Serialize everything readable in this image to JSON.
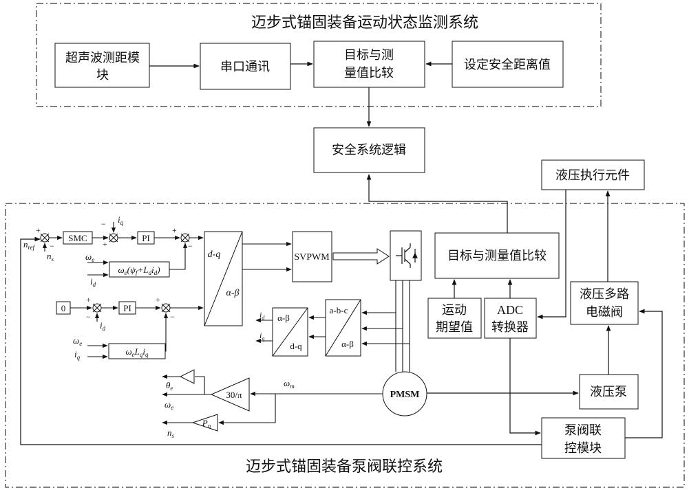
{
  "monitor": {
    "title": "迈步式锚固装备运动状态监测系统",
    "ultrasonic_1": "超声波测距模",
    "ultrasonic_2": "块",
    "serial": "串口通讯",
    "compare_1": "目标与测",
    "compare_2": "量值比较",
    "set_distance": "设定安全距离值"
  },
  "safety_logic": "安全系统逻辑",
  "hydraulic_actuator": "液压执行元件",
  "pump_valve": {
    "title": "迈步式锚固装备泵阀联控系统",
    "compare_box": "目标与测量值比较",
    "motion_1": "运动",
    "motion_2": "期望值",
    "adc_1": "ADC",
    "adc_2": "转换器",
    "valve_1": "液压多路",
    "valve_2": "电磁阀",
    "pump": "液压泵",
    "coctrl_1": "泵阀联",
    "coctrl_2": "控模块"
  },
  "control": {
    "smc": "SMC",
    "pi_1": "PI",
    "pi_2": "PI",
    "zero": "0",
    "dq": "d-q",
    "ab": "α-β",
    "svpwm": "SVPWM",
    "abc": "a-b-c",
    "ab2": "α-β",
    "ab3": "α-β",
    "dq2": "d-q",
    "gain": "30/π",
    "pn": "P",
    "pn_sub": "n",
    "motor": "PMSM",
    "sig_nref": "n",
    "sig_nref_sub": "ref",
    "sig_ns": "n",
    "sig_ns_sub": "s",
    "sig_iq": "i",
    "sig_iq_sub": "q",
    "sig_id": "i",
    "sig_id_sub": "d",
    "sig_we": "ω",
    "sig_we_sub": "e",
    "sig_wm": "ω",
    "sig_wm_sub": "m",
    "sig_theta": "θ",
    "sig_theta_sub": "e",
    "plus": "+",
    "minus": "−"
  }
}
